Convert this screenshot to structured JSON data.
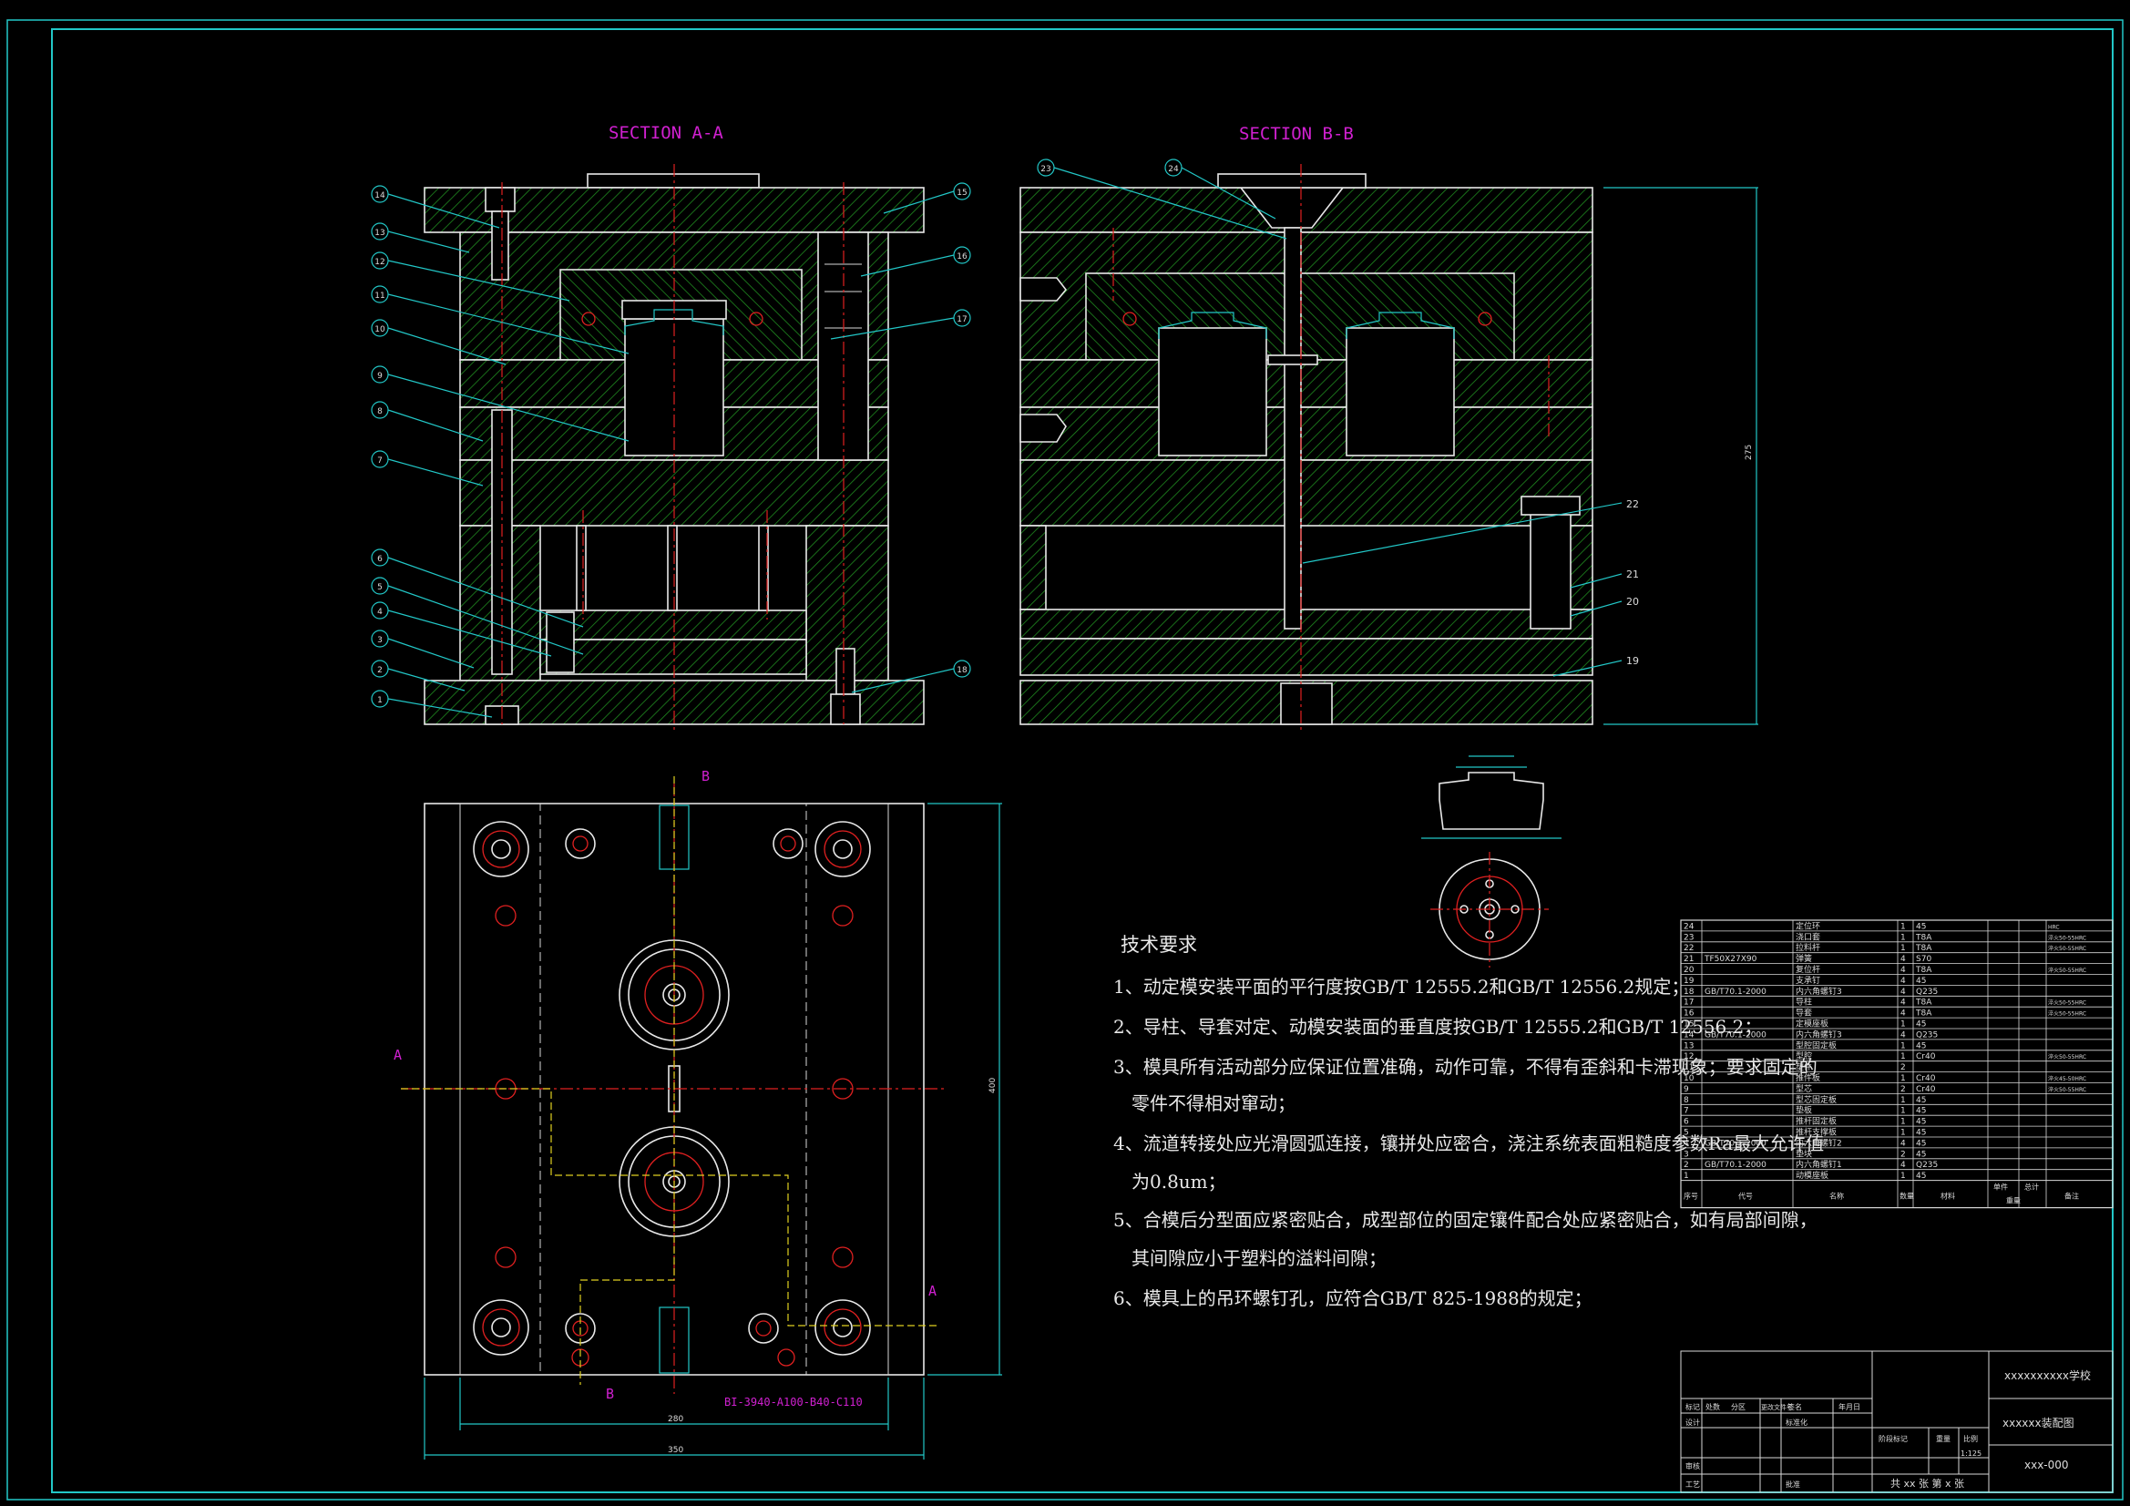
{
  "drawing": {
    "section_a_title": "SECTION A-A",
    "section_b_title": "SECTION B-B",
    "plan_label": "BI-3940-A100-B40-C110",
    "cut_marks": {
      "a": "A",
      "b": "B"
    },
    "dims": {
      "width_outer": "350",
      "width_inner": "280",
      "height_plan": "400",
      "height_section": "275"
    },
    "callouts_left": [
      "14",
      "13",
      "12",
      "11",
      "10",
      "9",
      "8",
      "7",
      "6",
      "5",
      "4",
      "3",
      "2",
      "1"
    ],
    "callouts_a_right": [
      "15",
      "16",
      "17",
      "18"
    ],
    "callouts_b": [
      "23",
      "24",
      "22",
      "21",
      "20",
      "19"
    ]
  },
  "tech": {
    "heading": "技术要求",
    "items": [
      "1、动定模安装平面的平行度按GB/T 12555.2和GB/T 12556.2规定；",
      "2、导柱、导套对定、动模安装面的垂直度按GB/T 12555.2和GB/T 12556.2；",
      "3、模具所有活动部分应保证位置准确，动作可靠，不得有歪斜和卡滞现象；要求固定的",
      "零件不得相对窜动；",
      "4、流道转接处应光滑圆弧连接，镶拼处应密合，浇注系统表面粗糙度参数Ra最大允许值",
      "为0.8um；",
      "5、合模后分型面应紧密贴合，成型部位的固定镶件配合处应紧密贴合，如有局部间隙，",
      "其间隙应小于塑料的溢料间隙；",
      "6、模具上的吊环螺钉孔，应符合GB/T 825-1988的规定；"
    ]
  },
  "bom": {
    "rows": [
      {
        "no": "24",
        "code": "",
        "name": "定位环",
        "qty": "1",
        "mat": "45",
        "note": "HRC"
      },
      {
        "no": "23",
        "code": "",
        "name": "浇口套",
        "qty": "1",
        "mat": "T8A",
        "note": "淬火50-55HRC"
      },
      {
        "no": "22",
        "code": "",
        "name": "拉料杆",
        "qty": "1",
        "mat": "T8A",
        "note": "淬火50-55HRC"
      },
      {
        "no": "21",
        "code": "TF50X27X90",
        "name": "弹簧",
        "qty": "4",
        "mat": "S70",
        "note": ""
      },
      {
        "no": "20",
        "code": "",
        "name": "复位杆",
        "qty": "4",
        "mat": "T8A",
        "note": "淬火50-55HRC"
      },
      {
        "no": "19",
        "code": "",
        "name": "支承钉",
        "qty": "4",
        "mat": "45",
        "note": ""
      },
      {
        "no": "18",
        "code": "GB/T70.1-2000",
        "name": "内六角螺钉3",
        "qty": "4",
        "mat": "Q235",
        "note": ""
      },
      {
        "no": "17",
        "code": "",
        "name": "导柱",
        "qty": "4",
        "mat": "T8A",
        "note": "淬火50-55HRC"
      },
      {
        "no": "16",
        "code": "",
        "name": "导套",
        "qty": "4",
        "mat": "T8A",
        "note": "淬火50-55HRC"
      },
      {
        "no": "15",
        "code": "",
        "name": "定模座板",
        "qty": "1",
        "mat": "45",
        "note": ""
      },
      {
        "no": "14",
        "code": "GB/T70.1-2000",
        "name": "内六角螺钉3",
        "qty": "4",
        "mat": "Q235",
        "note": ""
      },
      {
        "no": "13",
        "code": "",
        "name": "型腔固定板",
        "qty": "1",
        "mat": "45",
        "note": ""
      },
      {
        "no": "12",
        "code": "",
        "name": "型腔",
        "qty": "1",
        "mat": "Cr40",
        "note": "淬火50-55HRC"
      },
      {
        "no": "11",
        "code": "",
        "name": "塑件",
        "qty": "2",
        "mat": "",
        "note": ""
      },
      {
        "no": "10",
        "code": "",
        "name": "推件板",
        "qty": "1",
        "mat": "Cr40",
        "note": "淬火45-50HRC"
      },
      {
        "no": "9",
        "code": "",
        "name": "型芯",
        "qty": "2",
        "mat": "Cr40",
        "note": "淬火50-55HRC"
      },
      {
        "no": "8",
        "code": "",
        "name": "型芯固定板",
        "qty": "1",
        "mat": "45",
        "note": ""
      },
      {
        "no": "7",
        "code": "",
        "name": "垫板",
        "qty": "1",
        "mat": "45",
        "note": ""
      },
      {
        "no": "6",
        "code": "",
        "name": "推杆固定板",
        "qty": "1",
        "mat": "45",
        "note": ""
      },
      {
        "no": "5",
        "code": "",
        "name": "推杆支撑板",
        "qty": "1",
        "mat": "45",
        "note": ""
      },
      {
        "no": "4",
        "code": "GB/T70.1-2000",
        "name": "内六角螺钉2",
        "qty": "4",
        "mat": "45",
        "note": ""
      },
      {
        "no": "3",
        "code": "",
        "name": "垫块",
        "qty": "2",
        "mat": "45",
        "note": ""
      },
      {
        "no": "2",
        "code": "GB/T70.1-2000",
        "name": "内六角螺钉1",
        "qty": "4",
        "mat": "Q235",
        "note": ""
      },
      {
        "no": "1",
        "code": "",
        "name": "动模座板",
        "qty": "1",
        "mat": "45",
        "note": ""
      }
    ],
    "header": {
      "no": "序号",
      "code": "代号",
      "name": "名称",
      "qty": "数量",
      "mat": "材料",
      "single": "单件",
      "total": "总计",
      "weight": "重量",
      "note": "备注"
    }
  },
  "titleblock": {
    "school": "xxxxxxxxxx学校",
    "drawing_name": "xxxxxx装配图",
    "drawing_no": "xxx-000",
    "scale": "1:125",
    "sheets": "共 xx 张  第 x 张",
    "labels": [
      "标记",
      "处数",
      "分区",
      "更改文件号",
      "签名",
      "年月日",
      "设计",
      "标准化",
      "阶段标记",
      "重量",
      "比例",
      "审核",
      "工艺",
      "批准"
    ]
  }
}
